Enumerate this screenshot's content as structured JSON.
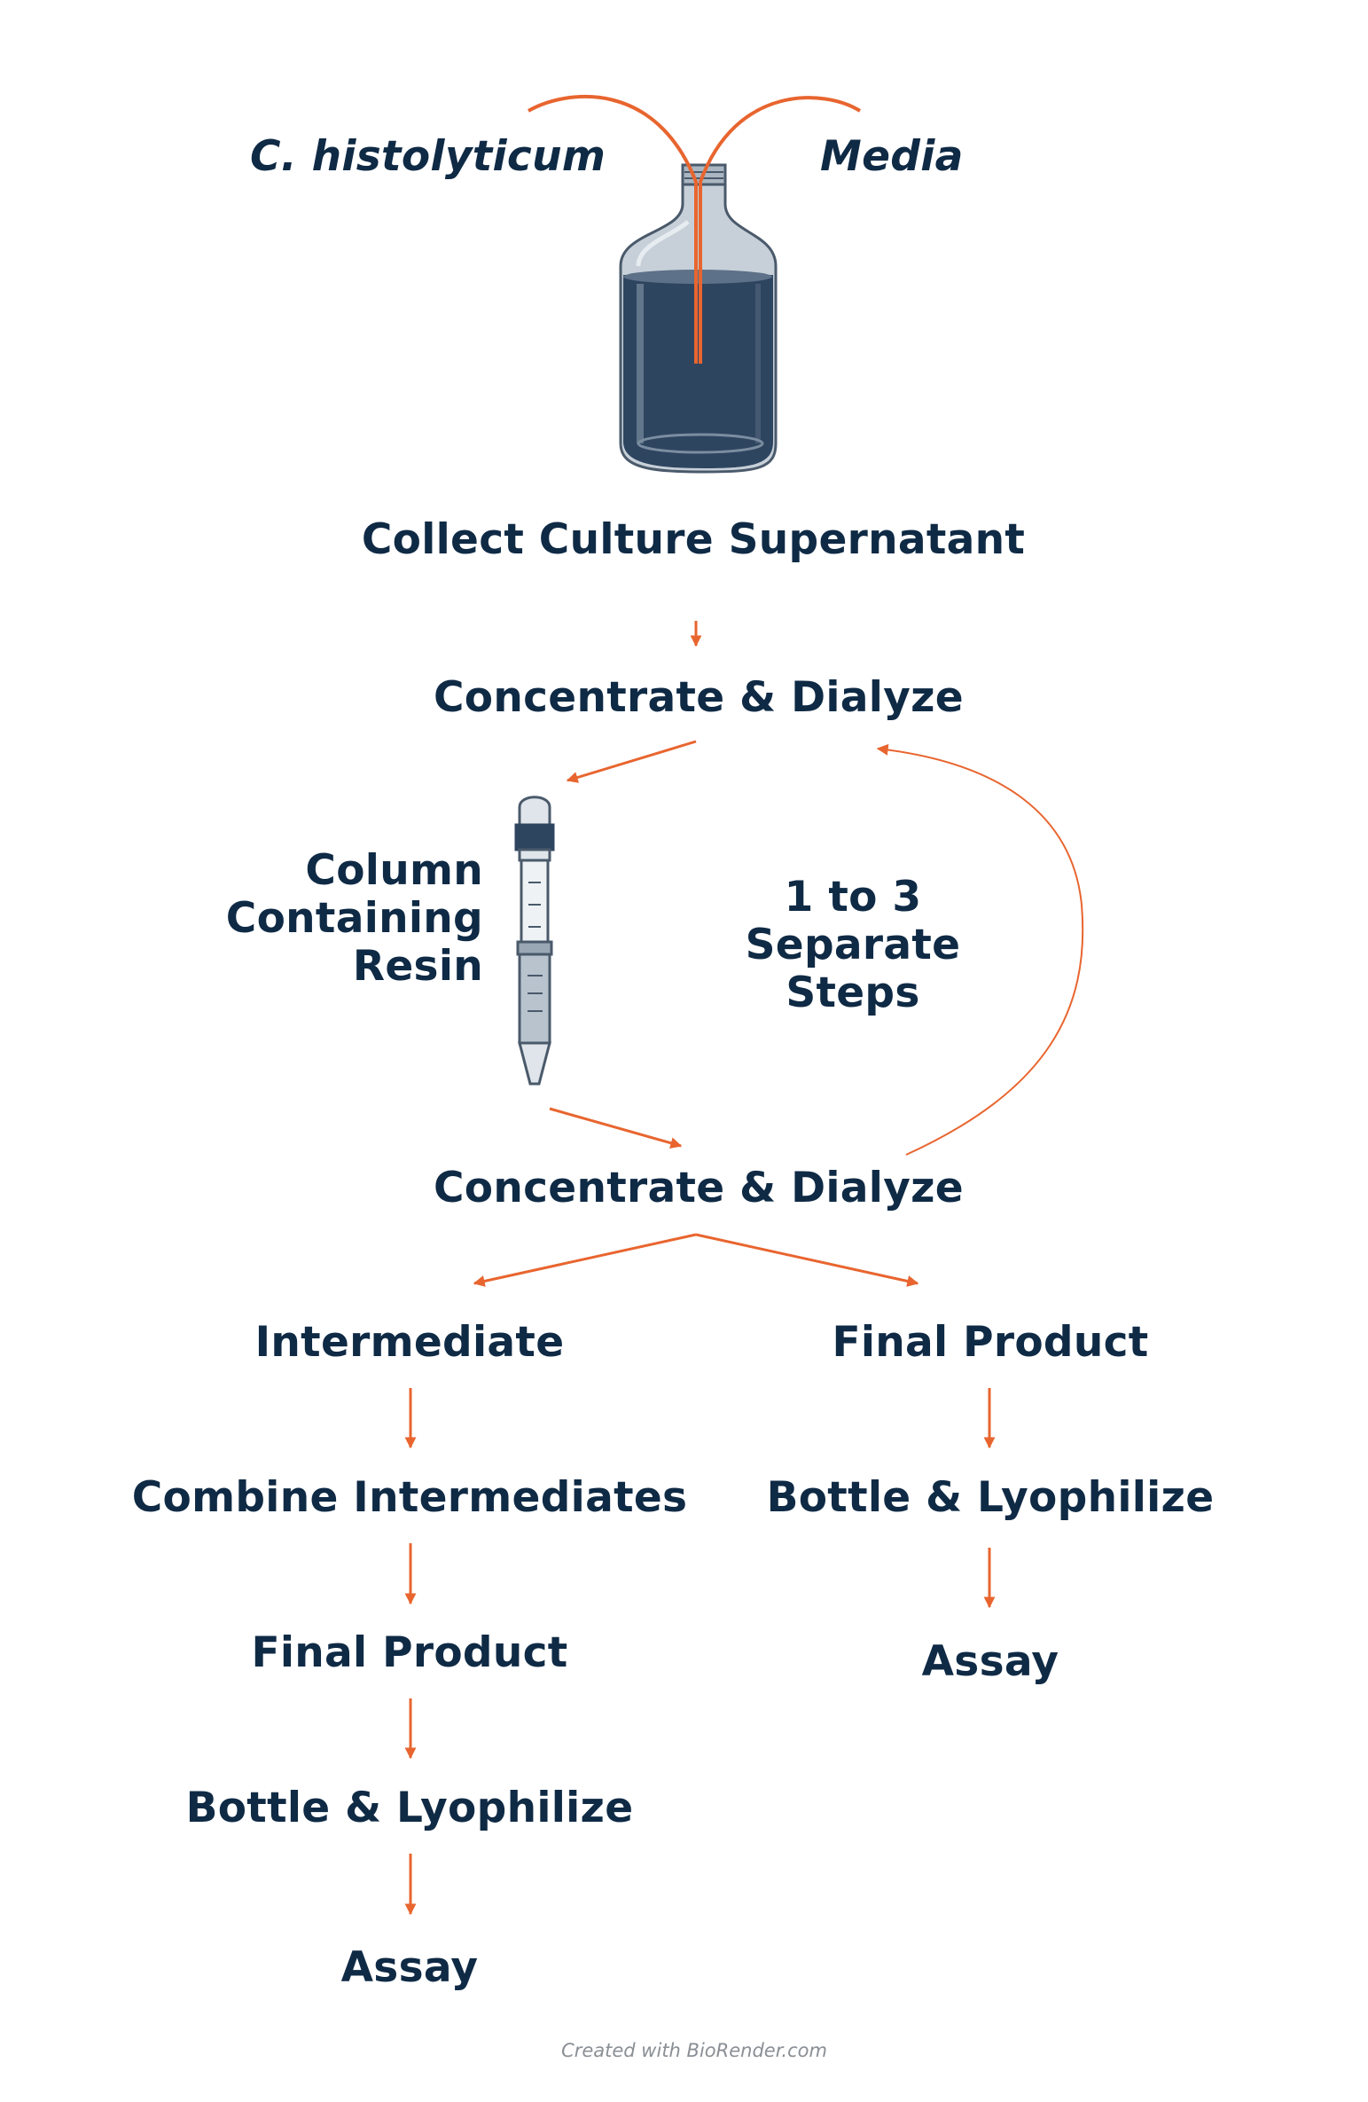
{
  "inputs": {
    "organism": "C. histolyticum",
    "media": "Media"
  },
  "steps": {
    "collect": "Collect Culture Supernatant",
    "concentrate_1": "Concentrate & Dialyze",
    "column": [
      "Column",
      "Containing",
      "Resin"
    ],
    "loop_note": [
      "1 to 3",
      "Separate",
      "Steps"
    ],
    "concentrate_2": "Concentrate & Dialyze"
  },
  "left_branch": [
    "Intermediate",
    "Combine Intermediates",
    "Final Product",
    "Bottle & Lyophilize",
    "Assay"
  ],
  "right_branch": [
    "Final Product",
    "Bottle & Lyophilize",
    "Assay"
  ],
  "credit": "Created with BioRender.com",
  "colors": {
    "text": "#0f2a45",
    "arrow": "#e8652f",
    "liquid": "#2e4560",
    "glass": "#9aa7b4"
  },
  "icons": [
    "culture-bottle-icon",
    "chromatography-column-icon"
  ]
}
